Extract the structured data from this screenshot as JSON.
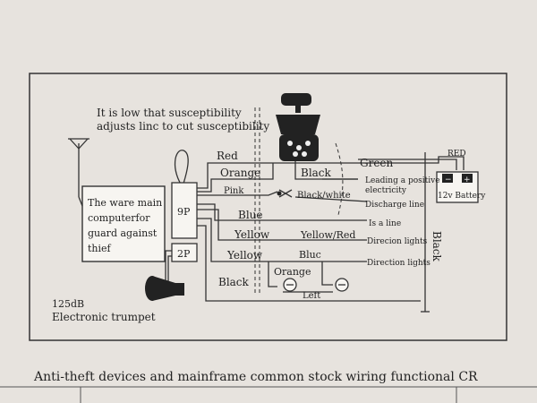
{
  "diagram": {
    "note_line1": "It is low that susceptibility",
    "note_line2": "adjusts linc to cut susceptibility",
    "main_unit": [
      "The ware main",
      "computerfor",
      "guard against",
      "thief"
    ],
    "connector_9p": "9P",
    "connector_2p": "2P",
    "trumpet_db": "125dB",
    "trumpet_label": "Electronic trumpet",
    "battery_label": "12v Battery",
    "battery_minus": "−",
    "battery_plus": "+",
    "red_top": "RED",
    "wires": {
      "red": "Red",
      "orange": "Orange",
      "pink": "Pink",
      "blue": "Blue",
      "yellow": "Yellow",
      "yellow2": "Yellow",
      "black_low": "Black",
      "black_switch": "Black",
      "black_white": "Black/white",
      "green": "Green",
      "yellow_red": "Yellow/Red",
      "blue2": "Bluc",
      "orange2": "Orange",
      "left": "Left",
      "black_vertical": "Black"
    },
    "right_labels": {
      "leading1": "Leading a positive",
      "leading2": "electricity",
      "discharge": "Discharge line",
      "isaline": "Is a line",
      "direction1": "Direcion lights",
      "direction2": "Direction lights"
    },
    "caption": "Anti-theft devices and mainframe common stock wiring functional CR"
  },
  "colors": {
    "paper": "#f1eee9",
    "ink": "#222222",
    "background": "#cfc9c3"
  }
}
